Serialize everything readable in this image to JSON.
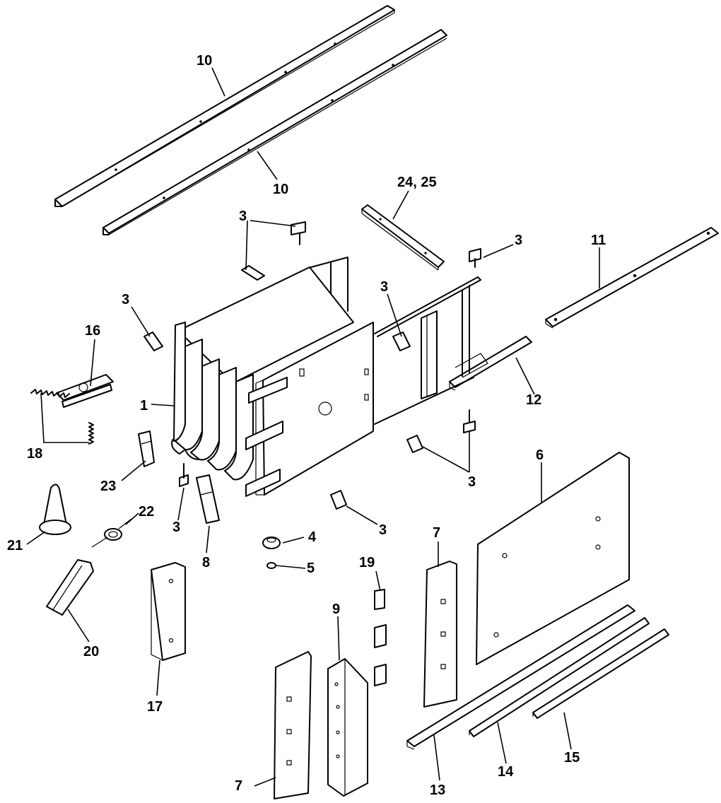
{
  "callouts": [
    {
      "id": "c10a",
      "label": "10"
    },
    {
      "id": "c10b",
      "label": "10"
    },
    {
      "id": "c2425",
      "label": "24, 25"
    },
    {
      "id": "c3a",
      "label": "3"
    },
    {
      "id": "c3b",
      "label": "3"
    },
    {
      "id": "c11",
      "label": "11"
    },
    {
      "id": "c3c",
      "label": "3"
    },
    {
      "id": "c3d",
      "label": "3"
    },
    {
      "id": "c16",
      "label": "16"
    },
    {
      "id": "c12",
      "label": "12"
    },
    {
      "id": "c1",
      "label": "1"
    },
    {
      "id": "c18",
      "label": "18"
    },
    {
      "id": "c6",
      "label": "6"
    },
    {
      "id": "c3e",
      "label": "3"
    },
    {
      "id": "c23",
      "label": "23"
    },
    {
      "id": "c22",
      "label": "22"
    },
    {
      "id": "c3f",
      "label": "3"
    },
    {
      "id": "c3g",
      "label": "3"
    },
    {
      "id": "c4",
      "label": "4"
    },
    {
      "id": "c21",
      "label": "21"
    },
    {
      "id": "c8",
      "label": "8"
    },
    {
      "id": "c5",
      "label": "5"
    },
    {
      "id": "c7a",
      "label": "7"
    },
    {
      "id": "c19",
      "label": "19"
    },
    {
      "id": "c9",
      "label": "9"
    },
    {
      "id": "c20",
      "label": "20"
    },
    {
      "id": "c17",
      "label": "17"
    },
    {
      "id": "c15",
      "label": "15"
    },
    {
      "id": "c14",
      "label": "14"
    },
    {
      "id": "c7b",
      "label": "7"
    },
    {
      "id": "c13",
      "label": "13"
    }
  ]
}
